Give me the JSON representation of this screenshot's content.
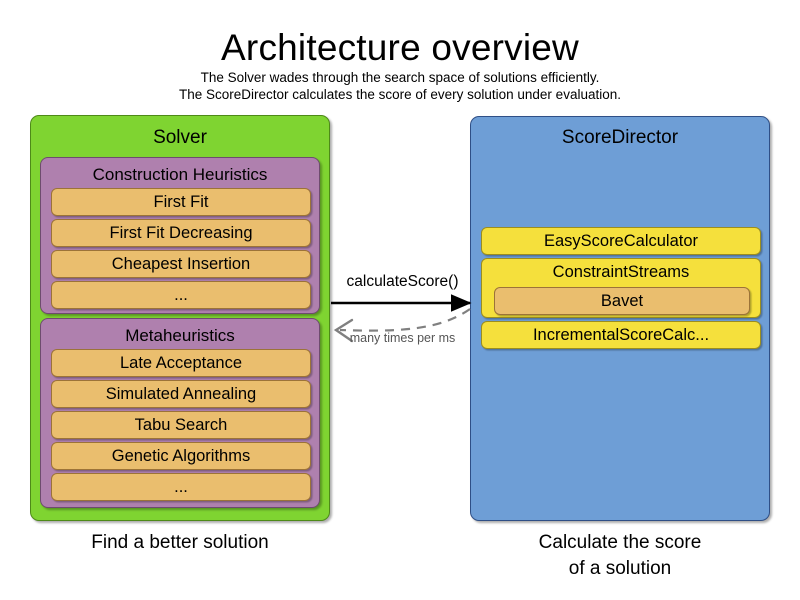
{
  "header": {
    "title": "Architecture overview",
    "subtitle_line_1": "The Solver wades through the search space of solutions efficiently.",
    "subtitle_line_2": "The ScoreDirector calculates the score of every solution under evaluation."
  },
  "colors": {
    "solver_panel": "#7FD431",
    "solver_panel_border": "#4E8A18",
    "scoredirector_panel": "#6E9ED6",
    "scoredirector_panel_border": "#2F4F86",
    "group_box": "#AF80AE",
    "group_box_border": "#6E4C6E",
    "algorithm_chip": "#EABE6E",
    "algorithm_chip_border": "#9C7338",
    "score_calculator_chip": "#F5E03C",
    "score_calculator_chip_border": "#9C8E1E",
    "solid_arrow": "#000000",
    "dashed_arrow": "#808080",
    "background": "#FFFFFF"
  },
  "solver": {
    "title": "Solver",
    "caption": "Find a better solution",
    "groups": [
      {
        "title": "Construction Heuristics",
        "items": [
          "First Fit",
          "First Fit Decreasing",
          "Cheapest Insertion",
          "..."
        ]
      },
      {
        "title": "Metaheuristics",
        "items": [
          "Late Acceptance",
          "Simulated Annealing",
          "Tabu Search",
          "Genetic Algorithms",
          "..."
        ]
      }
    ]
  },
  "score_director": {
    "title": "ScoreDirector",
    "caption_line_1": "Calculate the score",
    "caption_line_2": "of a solution",
    "calculators": [
      {
        "label": "EasyScoreCalculator"
      },
      {
        "label": "ConstraintStreams",
        "nested": "Bavet"
      },
      {
        "label": "IncrementalScoreCalc..."
      }
    ]
  },
  "arrows": {
    "forward_label": "calculateScore()",
    "return_label": "many times per ms"
  }
}
